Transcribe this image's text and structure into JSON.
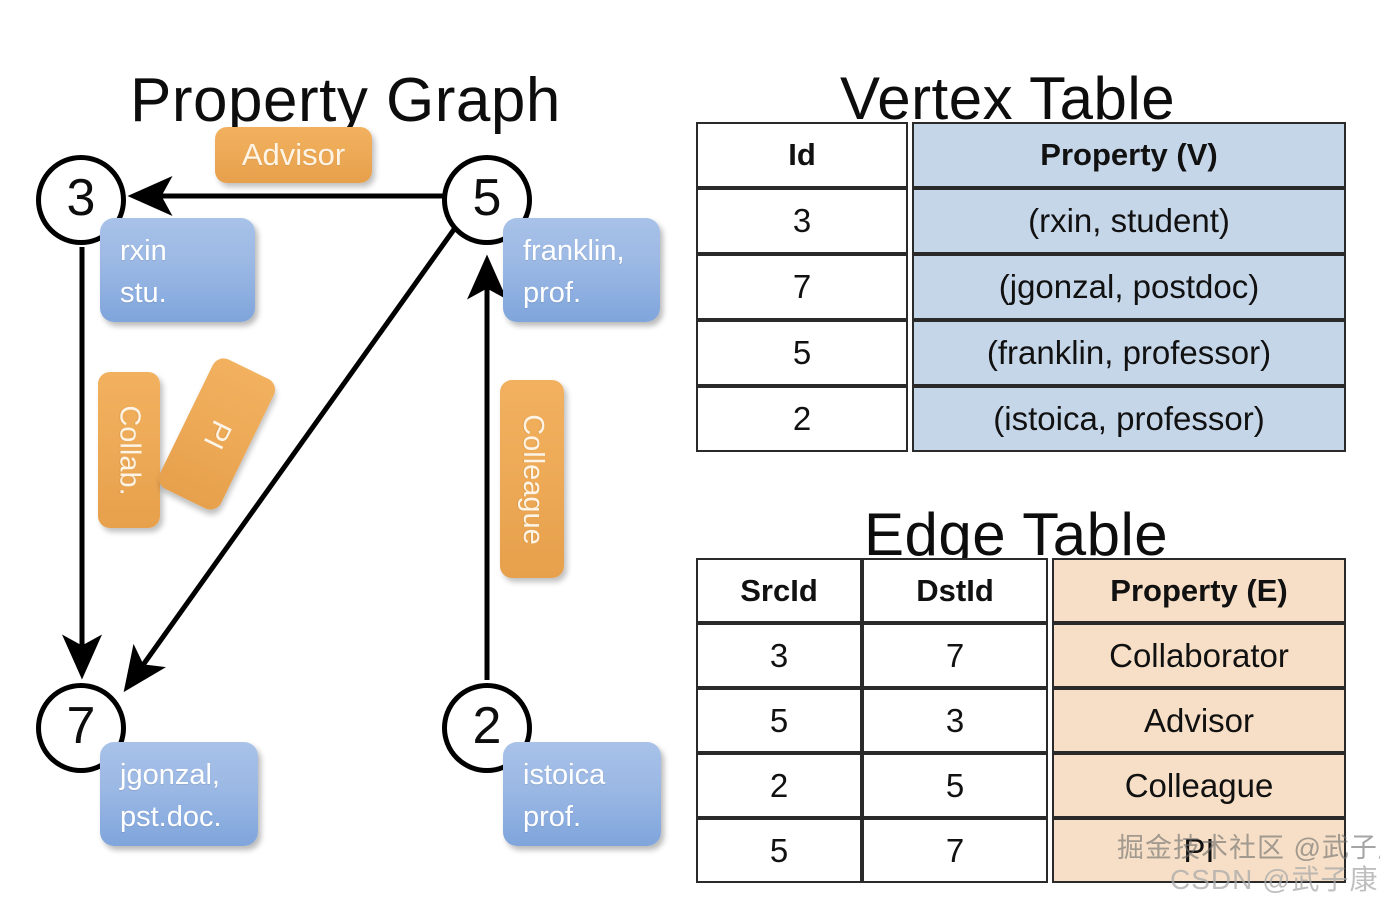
{
  "graph": {
    "title": "Property Graph",
    "nodes": [
      {
        "id": "3",
        "property_lines": [
          "rxin",
          "stu."
        ]
      },
      {
        "id": "5",
        "property_lines": [
          "franklin,",
          "prof."
        ]
      },
      {
        "id": "7",
        "property_lines": [
          "jgonzal,",
          "pst.doc."
        ]
      },
      {
        "id": "2",
        "property_lines": [
          "istoica",
          "prof."
        ]
      }
    ],
    "edge_labels": {
      "advisor": "Advisor",
      "collab": "Collab.",
      "pi": "PI",
      "colleague": "Colleague"
    },
    "edges": [
      {
        "src": "5",
        "dst": "3",
        "label": "Advisor"
      },
      {
        "src": "3",
        "dst": "7",
        "label": "Collab."
      },
      {
        "src": "5",
        "dst": "7",
        "label": "PI"
      },
      {
        "src": "2",
        "dst": "5",
        "label": "Colleague"
      }
    ]
  },
  "vertex_table": {
    "title": "Vertex Table",
    "headers": [
      "Id",
      "Property (V)"
    ],
    "rows": [
      {
        "id": "3",
        "property": "(rxin, student)"
      },
      {
        "id": "7",
        "property": "(jgonzal, postdoc)"
      },
      {
        "id": "5",
        "property": "(franklin, professor)"
      },
      {
        "id": "2",
        "property": "(istoica, professor)"
      }
    ]
  },
  "edge_table": {
    "title": "Edge Table",
    "headers": [
      "SrcId",
      "DstId",
      "Property (E)"
    ],
    "rows": [
      {
        "src": "3",
        "dst": "7",
        "property": "Collaborator"
      },
      {
        "src": "5",
        "dst": "3",
        "property": "Advisor"
      },
      {
        "src": "2",
        "dst": "5",
        "property": "Colleague"
      },
      {
        "src": "5",
        "dst": "7",
        "property": "PI"
      }
    ]
  },
  "watermarks": {
    "top": "掘金技术社区 @武子康",
    "bottom": "CSDN @武子康"
  },
  "colors": {
    "vertex_property_fill": "#c6d6e9",
    "edge_property_fill": "#f6dfc6",
    "node_box_blue": "#9bb8e4",
    "edge_label_orange": "#eeab58",
    "stroke": "#000000"
  }
}
